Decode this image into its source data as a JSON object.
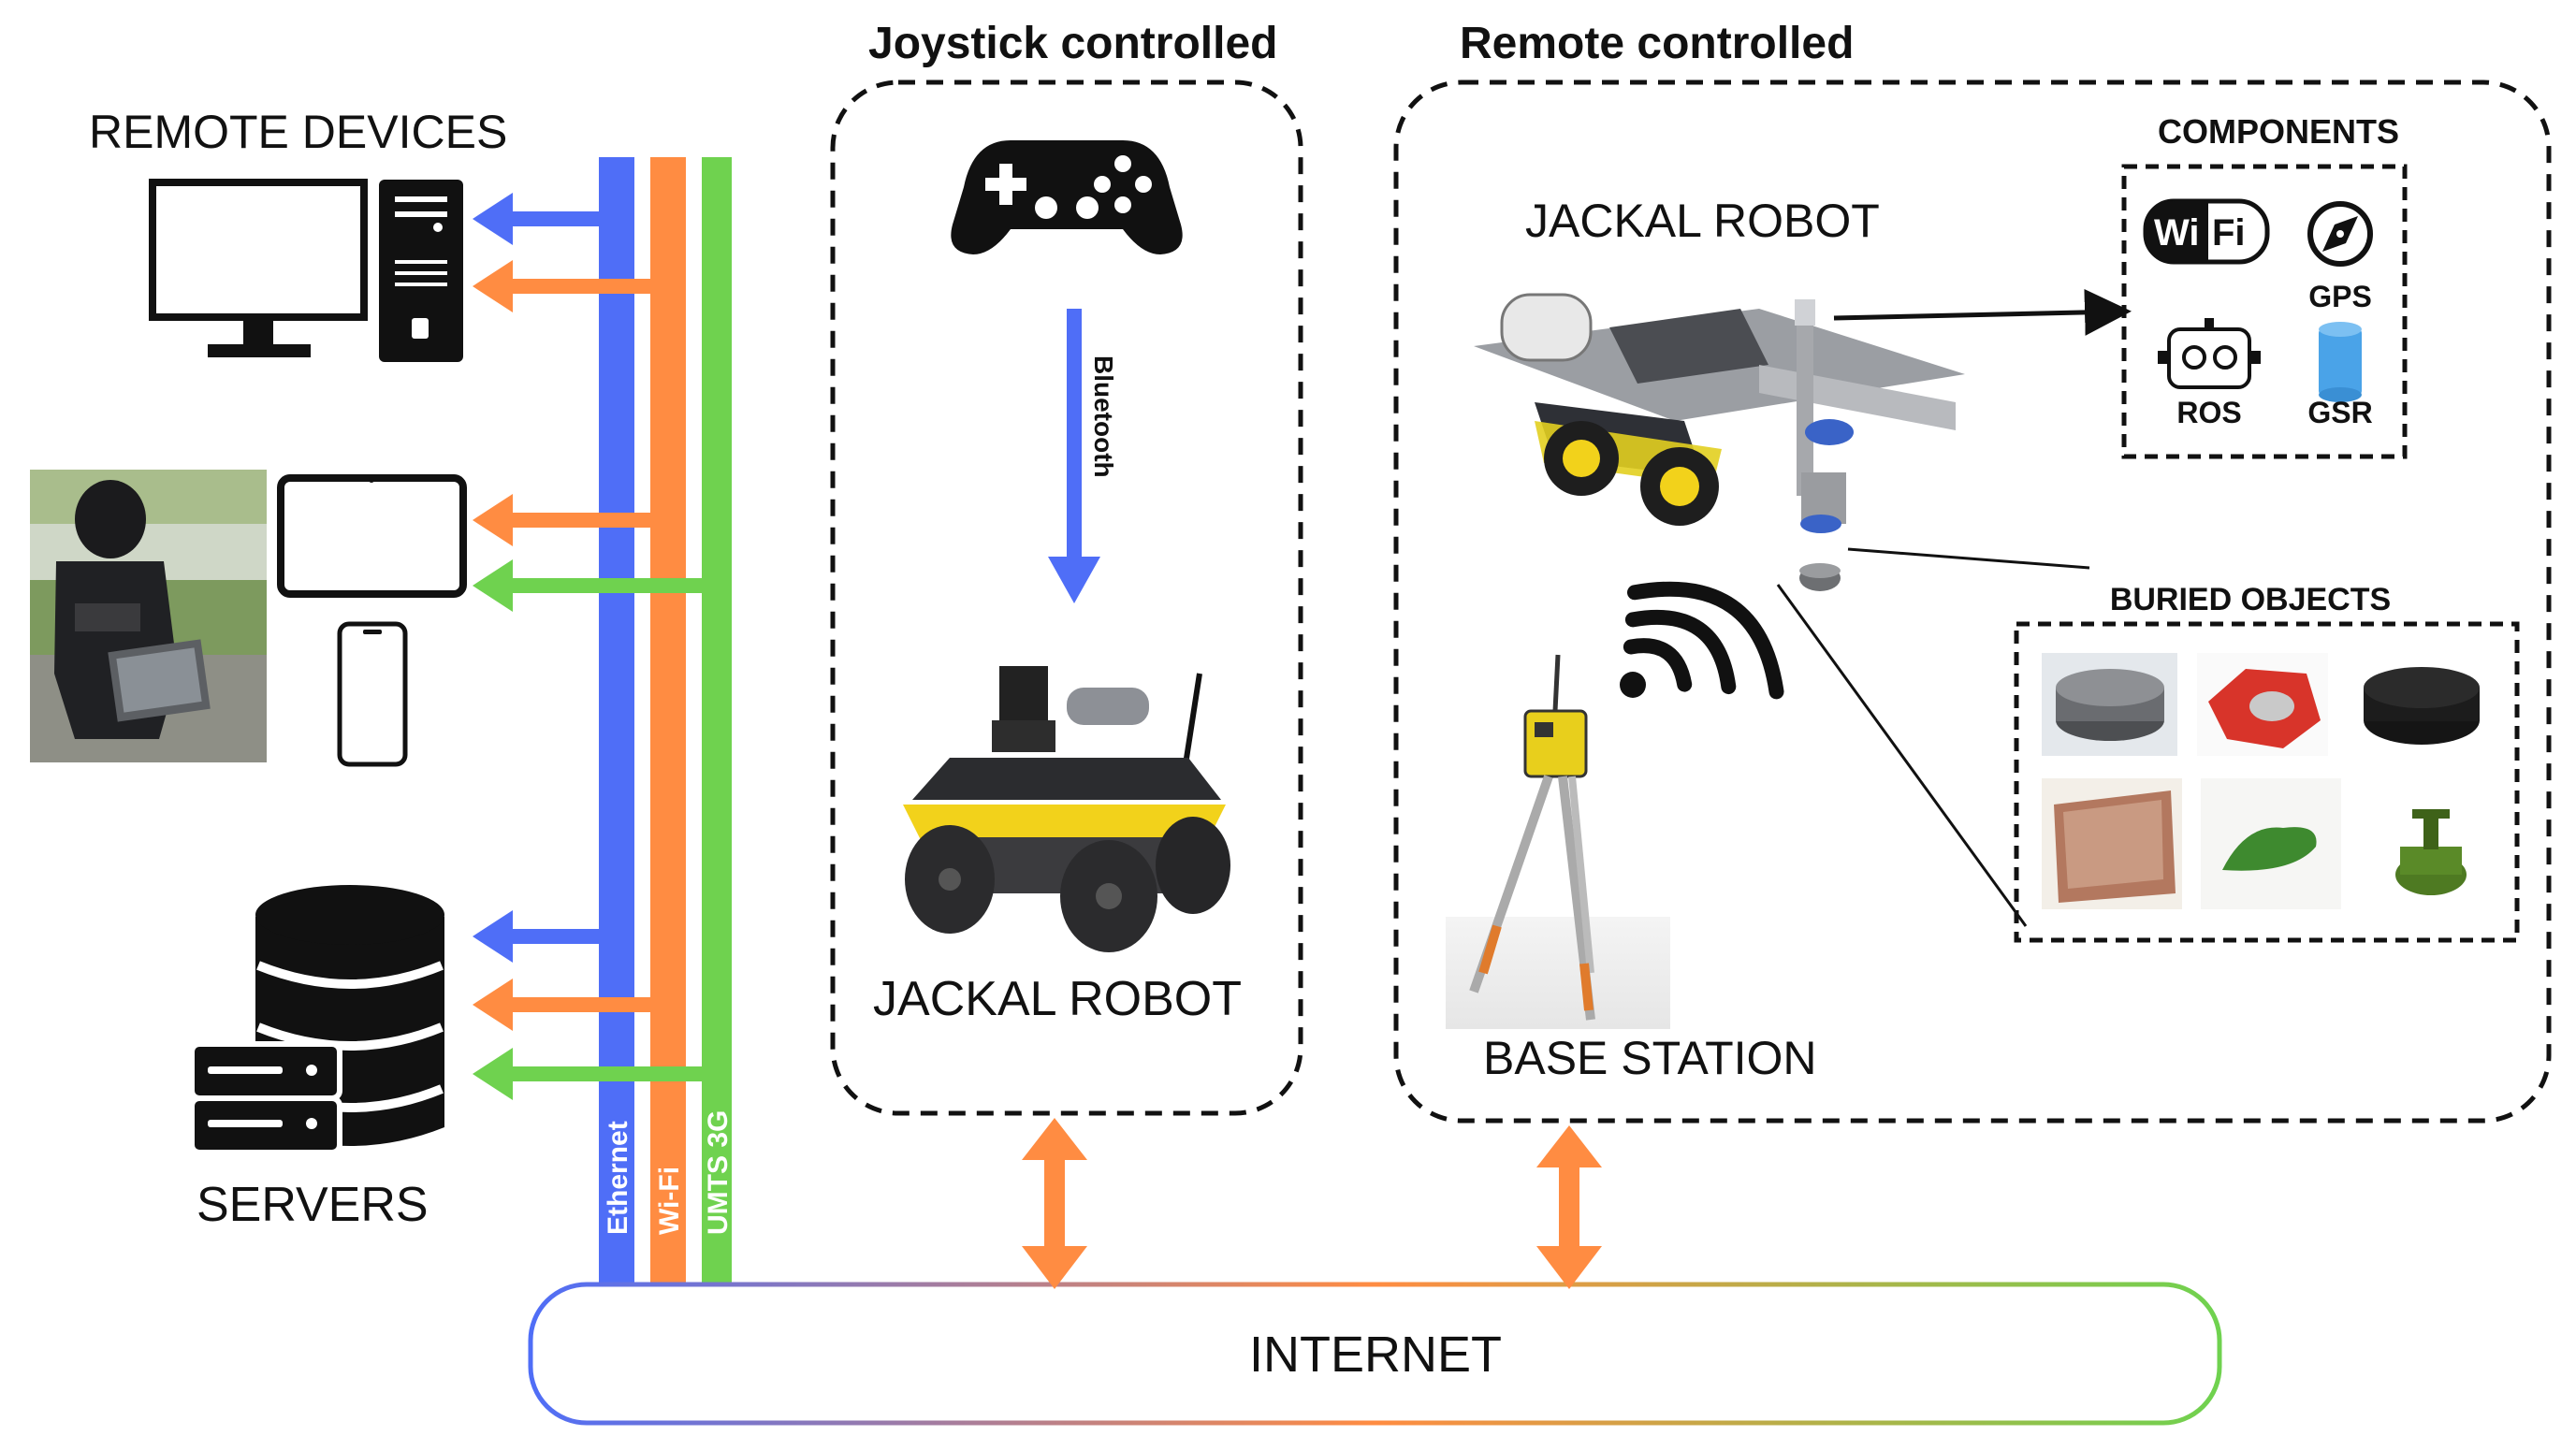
{
  "sections": {
    "remote_devices": "REMOTE DEVICES",
    "servers": "SERVERS",
    "joystick_title": "Joystick controlled",
    "remote_title": "Remote controlled",
    "internet": "INTERNET"
  },
  "buses": {
    "ethernet": "Ethernet",
    "wifi": "Wi-Fi",
    "umts": "UMTS 3G"
  },
  "joystick": {
    "link_label": "Bluetooth",
    "robot_label": "JACKAL ROBOT"
  },
  "remote": {
    "robot_label": "JACKAL ROBOT",
    "base_station": "BASE STATION",
    "components_title": "COMPONENTS",
    "wifi_logo_wi": "Wi",
    "wifi_logo_fi": "Fi",
    "gps": "GPS",
    "ros": "ROS",
    "gsr": "GSR",
    "buried_title": "BURIED OBJECTS"
  },
  "colors": {
    "ethernet": "#4f6ef7",
    "wifi": "#ff8c42",
    "umts": "#6fd24f",
    "robot_yellow": "#f2d21b"
  }
}
